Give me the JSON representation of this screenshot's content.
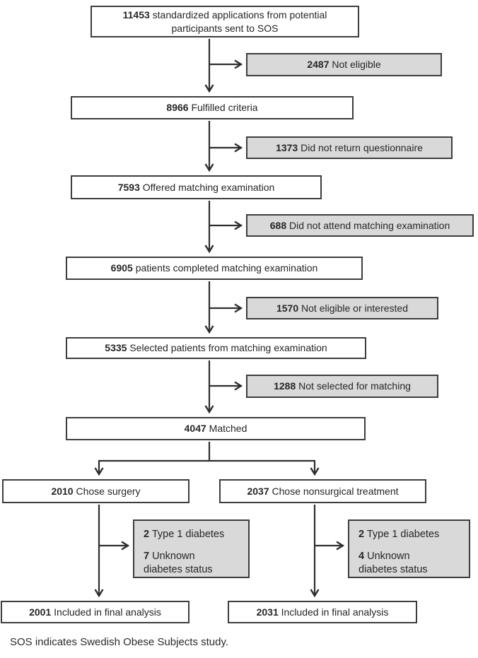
{
  "flow": {
    "main_boxes": [
      {
        "value": "11453",
        "label": "standardized applications from potential participants sent to SOS"
      },
      {
        "value": "8966",
        "label": "Fulfilled criteria"
      },
      {
        "value": "7593",
        "label": "Offered matching examination"
      },
      {
        "value": "6905",
        "label": "patients completed matching examination"
      },
      {
        "value": "5335",
        "label": "Selected patients from matching examination"
      },
      {
        "value": "4047",
        "label": "Matched"
      }
    ],
    "exclusions": [
      {
        "value": "2487",
        "label": "Not eligible"
      },
      {
        "value": "1373",
        "label": "Did not return questionnaire"
      },
      {
        "value": "688",
        "label": "Did not attend matching examination"
      },
      {
        "value": "1570",
        "label": "Not eligible or  interested"
      },
      {
        "value": "1288",
        "label": "Not selected for matching"
      }
    ],
    "branches": [
      {
        "group": {
          "value": "2010",
          "label": "Chose surgery"
        },
        "exclusion": {
          "first_value": "2",
          "first_label": "Type 1 diabetes",
          "second_value": "7",
          "second_label_line1": "Unknown",
          "second_label_line2": "diabetes status"
        },
        "final": {
          "value": "2001",
          "label": "Included in final analysis"
        }
      },
      {
        "group": {
          "value": "2037",
          "label": "Chose nonsurgical treatment"
        },
        "exclusion": {
          "first_value": "2",
          "first_label": "Type 1 diabetes",
          "second_value": "4",
          "second_label_line1": "Unknown",
          "second_label_line2": "diabetes status"
        },
        "final": {
          "value": "2031",
          "label": "Included in final analysis"
        }
      }
    ],
    "footnote": "SOS indicates Swedish Obese Subjects study."
  },
  "colors": {
    "box_border": "#3d3d3d",
    "box_fill_white": "#ffffff",
    "box_fill_gray": "#d9d9d9",
    "arrow": "#2e2e2e",
    "text": "#262626"
  }
}
